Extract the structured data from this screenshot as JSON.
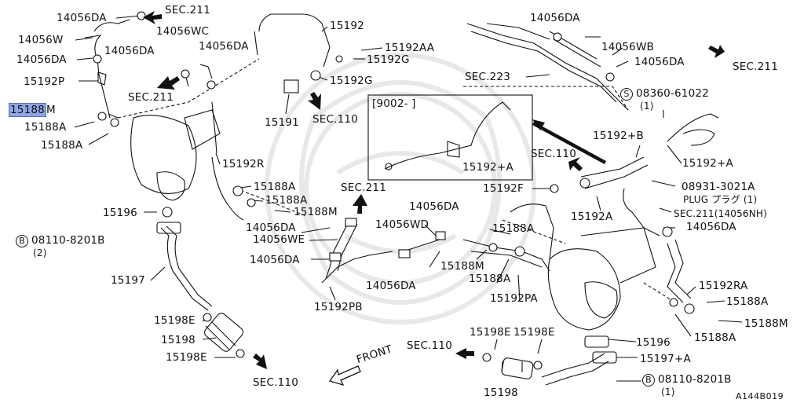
{
  "labels": {
    "sec211_top": "SEC.211",
    "p14056DA_top": "14056DA",
    "p14056W": "14056W",
    "p14056DA_left": "14056DA",
    "p15192P": "15192P",
    "p15188M_hl": "15188",
    "p15188M_suffix": "M",
    "p15188A_left": "15188A",
    "p15188A_left2": "15188A",
    "p14056WC": "14056WC",
    "p14056DA_mid1": "14056DA",
    "p14056DA_mid2": "14056DA",
    "sec211_mid": "SEC.211",
    "p15192": "15192",
    "p15192AA": "15192AA",
    "p15192G_1": "15192G",
    "p15192G_2": "15192G",
    "p15191": "15191",
    "sec110_mid": "SEC.110",
    "p15192R": "15192R",
    "p15188A_c1": "15188A",
    "p15188A_c2": "15188A",
    "p15188M_c": "15188M",
    "p15196_left": "15196",
    "bolt_left": "08110-8201B",
    "bolt_left_qty": "(2)",
    "p15197": "15197",
    "p15198E_1": "15198E",
    "p15198": "15198",
    "p15198E_2": "15198E",
    "sec110_bottom_left": "SEC.110",
    "inset_range": "[9002-     ]",
    "p15192PA_inset": "15192+A",
    "sec211_center": "SEC.211",
    "p14056DA_c1": "14056DA",
    "p14056WE": "14056WE",
    "p14056DA_c2": "14056DA",
    "p14056DA_c3": "14056DA",
    "p14056WD": "14056WD",
    "p14056DA_c4": "14056DA",
    "p15192PB": "15192PB",
    "p15188A_r1": "15188A",
    "p15188M_r": "15188M",
    "p15188A_r2": "15188A",
    "p15192PA": "15192PA",
    "p15192F": "15192F",
    "sec110_right": "SEC.110",
    "p15192B": "15192+B",
    "p15192A": "15192A",
    "p14056DA_tr1": "14056DA",
    "p14056WB": "14056WB",
    "p14056DA_tr2": "14056DA",
    "sec211_tr": "SEC.211",
    "sec223": "SEC.223",
    "bolt_tr": "08360-61022",
    "bolt_tr_qty": "(1)",
    "p15192PA_r": "15192+A",
    "plug_part": "08931-3021A",
    "plug_name": "PLUG プラグ (1)",
    "sec211_nh": "SEC.211(14056NH)",
    "p14056DA_r": "14056DA",
    "p15192RA": "15192RA",
    "p15188A_rr1": "15188A",
    "p15188M_rr": "15188M",
    "p15188A_rr2": "15188A",
    "p15196_right": "15196",
    "p15197A": "15197+A",
    "bolt_right": "08110-8201B",
    "bolt_right_qty": "(1)",
    "p15198E_b1": "15198E",
    "p15198E_b2": "15198E",
    "sec110_bottom": "SEC.110",
    "p15198_b": "15198",
    "front": "FRONT",
    "diagram_code": "A144B019"
  },
  "circle_letters": {
    "bolt_s": "S",
    "bolt_b": "B"
  },
  "colors": {
    "highlight": "#8fa6e6",
    "ink": "#111111",
    "watermark": "#e7e7e7"
  }
}
